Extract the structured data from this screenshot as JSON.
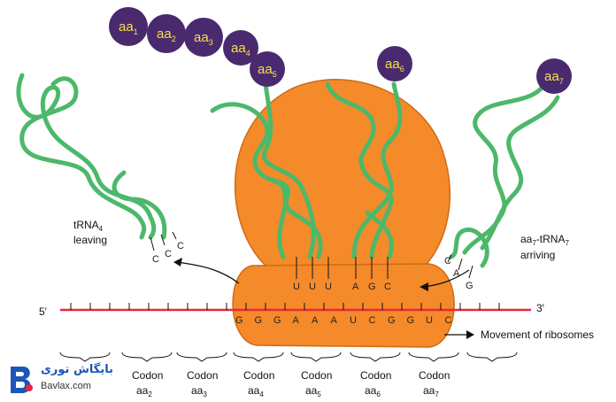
{
  "amino_acids": [
    {
      "base": "aa",
      "sub": "1"
    },
    {
      "base": "aa",
      "sub": "2"
    },
    {
      "base": "aa",
      "sub": "3"
    },
    {
      "base": "aa",
      "sub": "4"
    },
    {
      "base": "aa",
      "sub": "5"
    },
    {
      "base": "aa",
      "sub": "6"
    },
    {
      "base": "aa",
      "sub": "7"
    }
  ],
  "mrna": {
    "five_prime": "5′",
    "three_prime": "3′",
    "bases": [
      "G",
      "G",
      "G",
      "A",
      "A",
      "A",
      "U",
      "C",
      "G",
      "G",
      "U",
      "C"
    ]
  },
  "anticodons": {
    "site_p": [
      "U",
      "U",
      "U"
    ],
    "site_a": [
      "A",
      "G",
      "C"
    ],
    "leaving": [
      "C",
      "C",
      "C"
    ],
    "arriving": [
      "C",
      "A",
      "G"
    ]
  },
  "labels": {
    "trna_leaving": {
      "line1_base": "tRNA",
      "line1_sub": "4",
      "line2": "leaving"
    },
    "trna_arriving": {
      "a_base": "aa",
      "a_sub": "7",
      "mid": "-tRNA",
      "b_sub": "7",
      "line2": "arriving"
    },
    "movement": "Movement of ribosomes"
  },
  "codons": [
    {
      "word": "Codon",
      "aa": "aa",
      "sub": "2"
    },
    {
      "word": "Codon",
      "aa": "aa",
      "sub": "3"
    },
    {
      "word": "Codon",
      "aa": "aa",
      "sub": "4"
    },
    {
      "word": "Codon",
      "aa": "aa",
      "sub": "5"
    },
    {
      "word": "Codon",
      "aa": "aa",
      "sub": "6"
    },
    {
      "word": "Codon",
      "aa": "aa",
      "sub": "7"
    }
  ],
  "watermark": {
    "title": "بایگاش توری",
    "url": "Bavlax.com"
  },
  "colors": {
    "ribosome": "#f58a2a",
    "trna": "#4cb86a",
    "amino_acid": "#4a2a6e",
    "mrna_line": "#e8283a",
    "aa_text": "#f3e24b"
  }
}
